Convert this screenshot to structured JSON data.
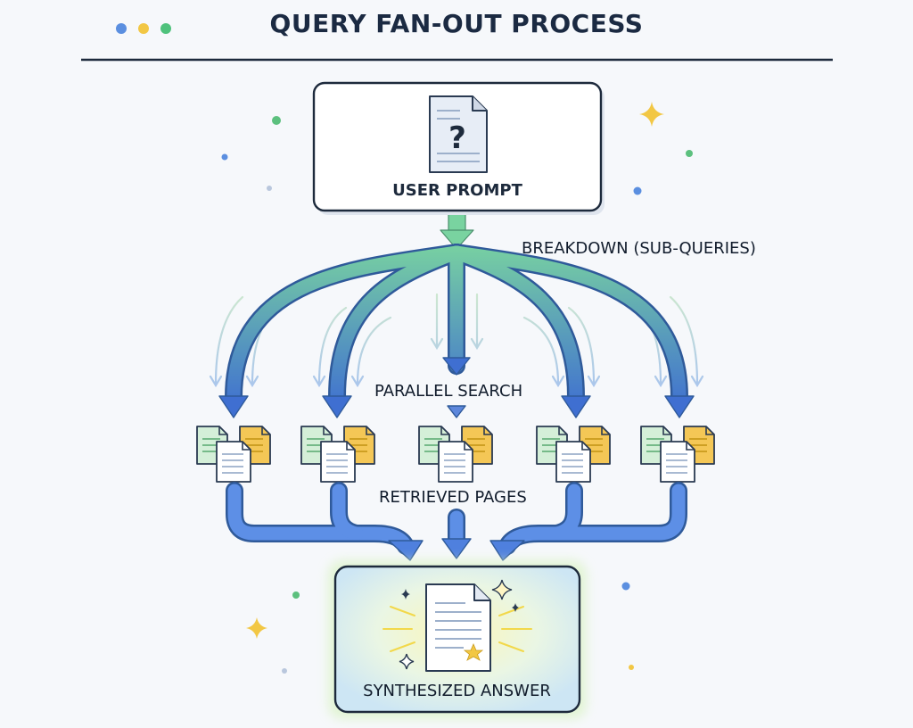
{
  "window": {
    "dots": [
      "#5b8fe0",
      "#f2c744",
      "#4fc27c"
    ]
  },
  "diagram": {
    "title": "QUERY FAN-OUT PROCESS",
    "prompt_label": "USER PROMPT",
    "prompt_glyph": "?",
    "breakdown_label": "BREAKDOWN (SUB-QUERIES)",
    "parallel_label": "PARALLEL SEARCH",
    "retrieved_label": "RETRIEVED PAGES",
    "answer_label": "SYNTHESIZED ANSWER",
    "page_groups": 5
  },
  "icons": {
    "prompt": "question-document-icon",
    "pages": "document-stack-icon",
    "answer": "star-document-icon",
    "sparkle": "sparkle-icon"
  },
  "colors": {
    "arrow_top": "#79d3a0",
    "arrow_bottom": "#3f6fd1",
    "doc_green": "#d4efd8",
    "doc_yellow": "#f4c756",
    "answer_glow": "#f9f3a6"
  }
}
